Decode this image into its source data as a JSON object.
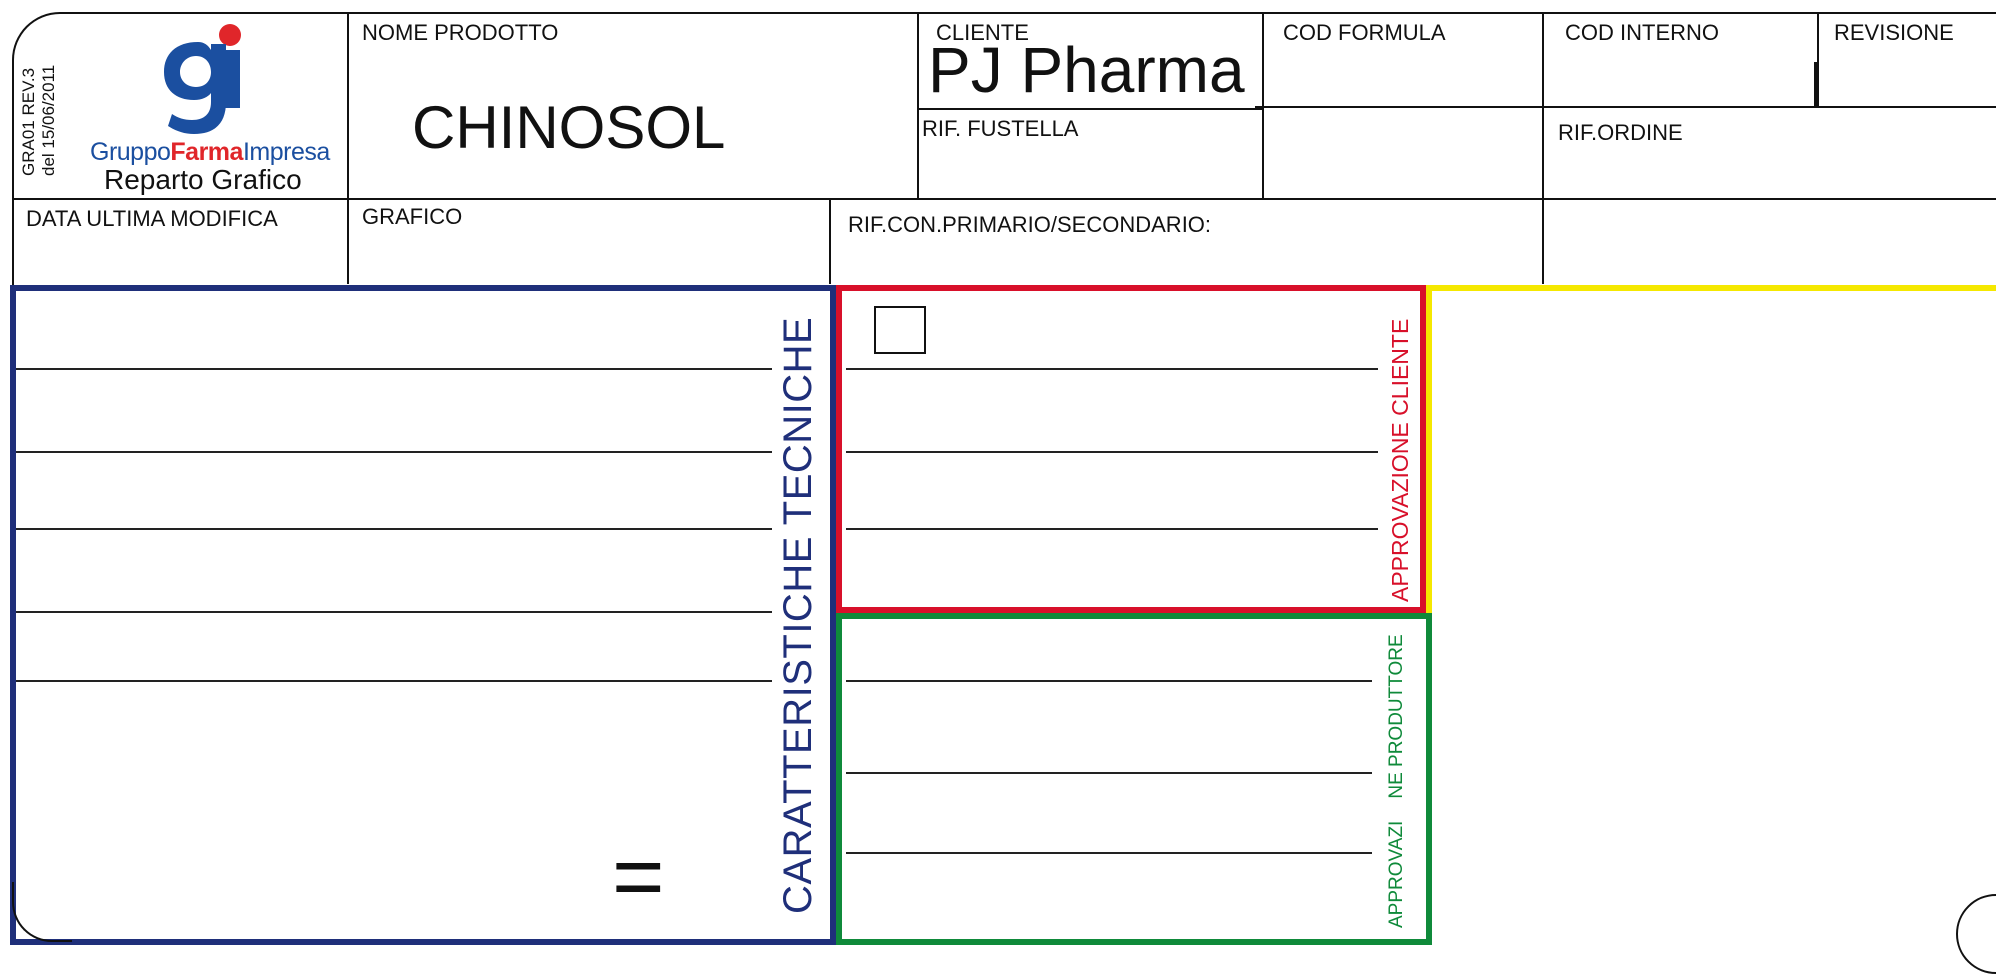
{
  "colors": {
    "blue": "#1f2f7a",
    "red": "#d8102a",
    "green": "#0f8a3a",
    "yellow": "#f5e800",
    "logo_blue": "#1b4fa0",
    "logo_red": "#e0262a"
  },
  "side_code": {
    "line1": "GRA01 REV.3",
    "line2": "del 15/06/2011"
  },
  "logo": {
    "icon": "gfi-logo-icon",
    "word1": "Gruppo",
    "word2": "Farma",
    "word3": "Impresa",
    "department": "Reparto Grafico"
  },
  "header": {
    "product_label": "NOME PRODOTTO",
    "product_value": "CHINOSOL",
    "client_label": "CLIENTE",
    "client_value": "PJ Pharma",
    "formula_label": "COD FORMULA",
    "internal_label": "COD INTERNO",
    "revision_label": "REVISIONE",
    "die_label": "RIF. FUSTELLA",
    "order_label": "RIF.ORDINE",
    "last_modified_label": "DATA ULTIMA MODIFICA",
    "graphic_label": "GRAFICO",
    "container_label": "RIF.CON.PRIMARIO/SECONDARIO:"
  },
  "panels": {
    "technical": "CARATTERISTICHE TECNICHE",
    "client_approval": "APPROVAZIONE CLIENTE",
    "producer_approval_a": "APPROVAZI",
    "producer_approval_b": "NE PRODUTTORE",
    "equals_mark": "="
  }
}
